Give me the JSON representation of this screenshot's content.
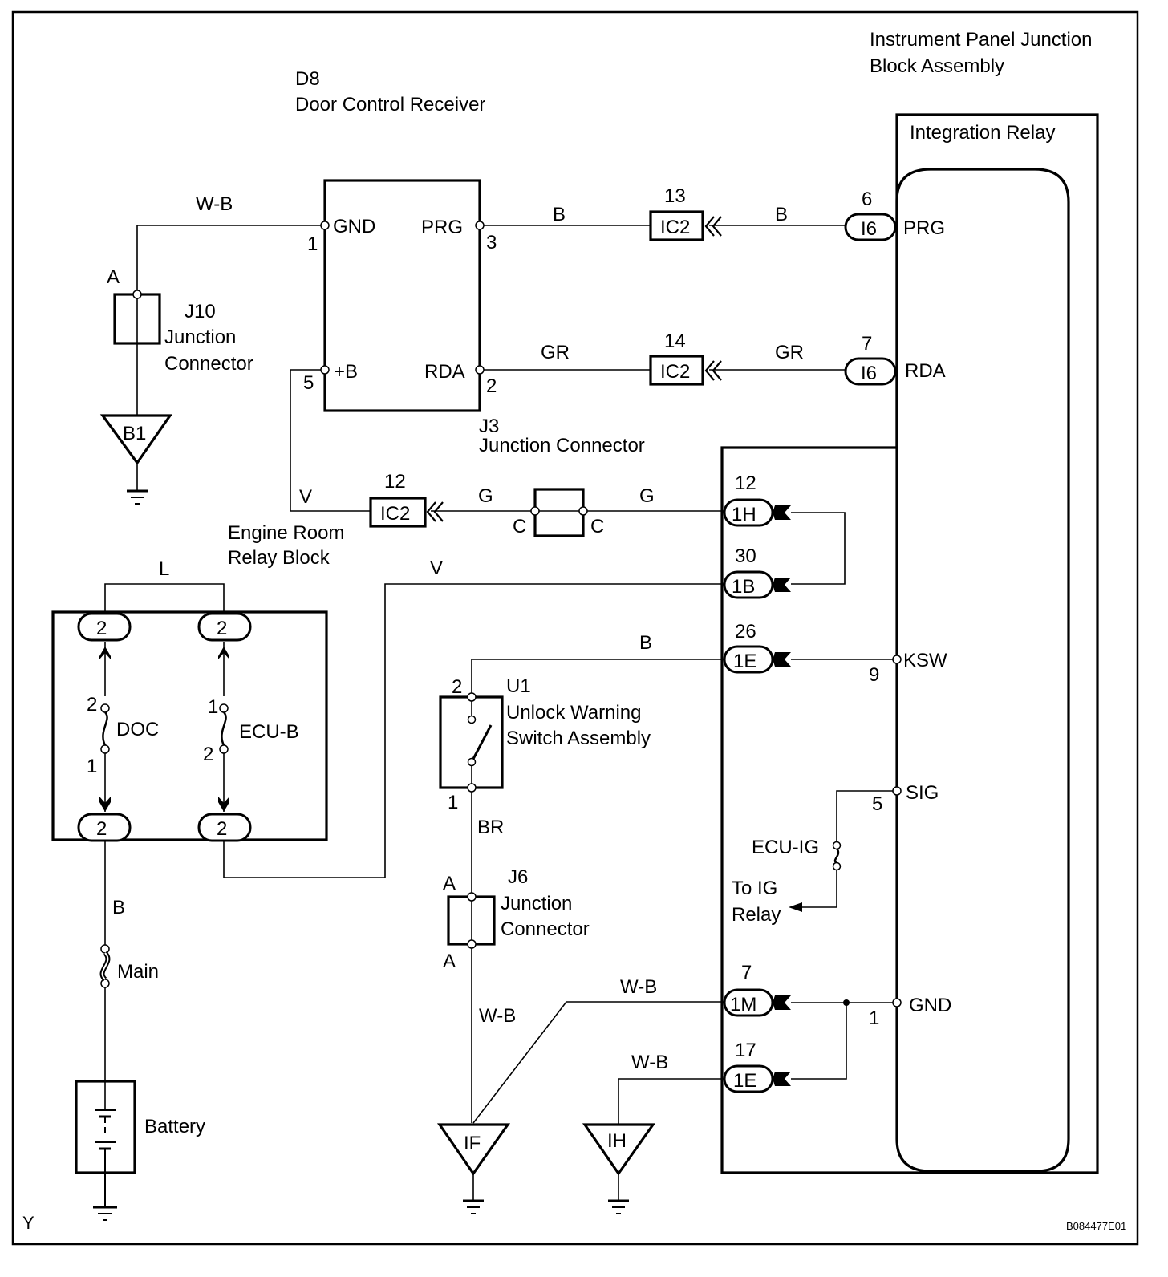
{
  "diagram": {
    "title_code": "D8",
    "title": "Door Control Receiver",
    "figure_id": "B084477E01",
    "corner_mark": "Y",
    "colors": {
      "line": "#000000",
      "background": "#ffffff"
    }
  },
  "ip_jb": {
    "line1": "Instrument Panel Junction",
    "line2": "Block Assembly",
    "integration_relay": "Integration Relay",
    "terminals": {
      "prg": {
        "name": "PRG",
        "pin": "6",
        "connector": "I6"
      },
      "rda": {
        "name": "RDA",
        "pin": "7",
        "connector": "I6"
      },
      "ksw": {
        "name": "KSW",
        "pin": "9"
      },
      "sig": {
        "name": "SIG",
        "pin": "5"
      },
      "gnd": {
        "name": "GND",
        "pin": "1"
      }
    },
    "connectors": {
      "c1h": {
        "id": "1H",
        "pin": "12"
      },
      "c1b": {
        "id": "1B",
        "pin": "30"
      },
      "c1e_ksw": {
        "id": "1E",
        "pin": "26"
      },
      "c1m": {
        "id": "1M",
        "pin": "7"
      },
      "c1e_gnd": {
        "id": "1E",
        "pin": "17"
      }
    },
    "fuse_ecu_ig": "ECU-IG",
    "to_ig_relay_1": "To IG",
    "to_ig_relay_2": "Relay"
  },
  "d8": {
    "gnd": {
      "name": "GND",
      "pin": "1"
    },
    "prg": {
      "name": "PRG",
      "pin": "3"
    },
    "b": {
      "name": "+B",
      "pin": "5"
    },
    "rda": {
      "name": "RDA",
      "pin": "2"
    }
  },
  "ic2": [
    {
      "id": "IC2",
      "pin": "13"
    },
    {
      "id": "IC2",
      "pin": "14"
    },
    {
      "id": "IC2",
      "pin": "12"
    }
  ],
  "j10": {
    "code": "J10",
    "line1": "Junction",
    "line2": "Connector",
    "pin": "A"
  },
  "j3": {
    "code": "J3",
    "line1": "Junction Connector",
    "pin_left": "C",
    "pin_right": "C"
  },
  "j6": {
    "code": "J6",
    "line1": "Junction",
    "line2": "Connector",
    "pin_top": "A",
    "pin_bottom": "A"
  },
  "u1": {
    "code": "U1",
    "line1": "Unlock Warning",
    "line2": "Switch Assembly",
    "pin_top": "2",
    "pin_bottom": "1"
  },
  "engine_room": {
    "line1": "Engine Room",
    "line2": "Relay Block",
    "connector_pin": "2",
    "fuse_doc": {
      "name": "DOC",
      "pin_top": "2",
      "pin_bottom": "1"
    },
    "fuse_ecub": {
      "name": "ECU-B",
      "pin_top": "1",
      "pin_bottom": "2"
    }
  },
  "fusible_main": "Main",
  "battery": "Battery",
  "grounds": {
    "b1": "B1",
    "if": "IF",
    "ih": "IH"
  },
  "wires": {
    "wb_top": "W-B",
    "b_prg_left": "B",
    "b_prg_right": "B",
    "gr_rda_left": "GR",
    "gr_rda_right": "GR",
    "v_plus_b": "V",
    "g_left": "G",
    "g_right": "G",
    "l_top": "L",
    "v_1b": "V",
    "b_ksw": "B",
    "br_u1": "BR",
    "wb_j6": "W-B",
    "wb_1m": "W-B",
    "wb_1e": "W-B",
    "b_battery": "B"
  }
}
